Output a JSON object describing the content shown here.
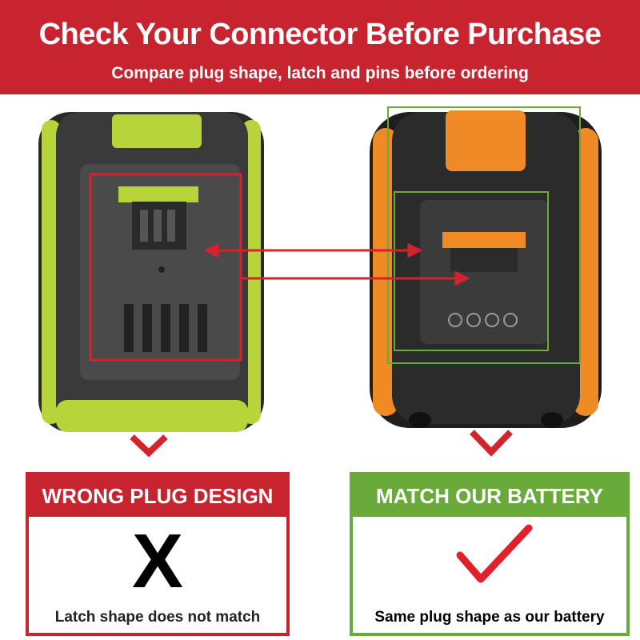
{
  "header": {
    "title": "Check Your Connector Before Purchase",
    "subtitle": "Compare plug shape, latch and pins before ordering"
  },
  "left_panel": {
    "heading": "WRONG PLUG DESIGN",
    "mark": "X",
    "caption": "Latch shape does not match"
  },
  "right_panel": {
    "heading": "MATCH OUR BATTERY",
    "mark_icon": "check-icon",
    "caption": "Same plug shape as our battery"
  },
  "colors": {
    "header_red": "#c8242f",
    "wrong_red": "#c8242f",
    "match_green": "#6aaa3a",
    "left_battery_accent": "#b7d43a",
    "right_battery_accent": "#f08a24"
  }
}
